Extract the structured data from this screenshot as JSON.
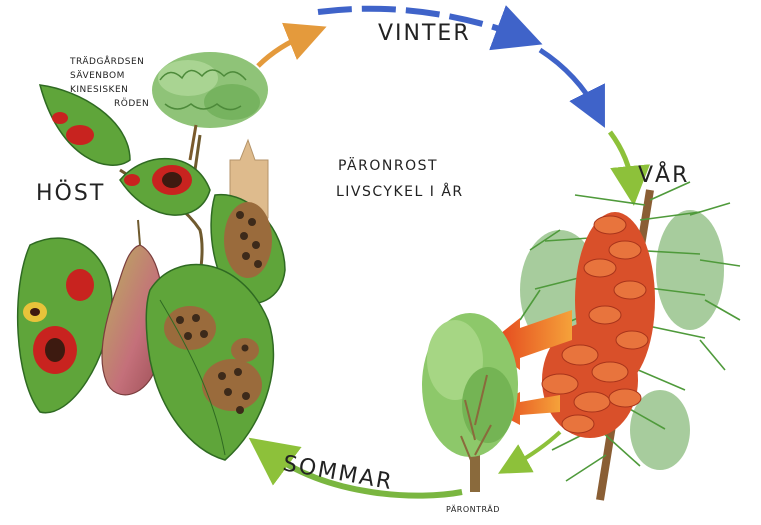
{
  "title": {
    "line1": "PÄRONROST",
    "line2": "LIVSCYKEL I ÅR"
  },
  "seasons": {
    "winter": "VINTER",
    "spring": "VÅR",
    "summer": "SOMMAR",
    "autumn": "HÖST"
  },
  "host_plants": {
    "juniper_names": [
      "TRÄDGÅRDSEN",
      "SÄVENBOM",
      "KINESISKEN",
      "RÖDEN"
    ],
    "pear_tree": "PÄRONTRÄD"
  },
  "colors": {
    "winter_arrow": "#3f63c9",
    "spring_arrow": "#8dc13a",
    "summer_arrow": "#7ab640",
    "autumn_arrow": "#e49a3c",
    "spore_arrow": "#e8541d",
    "rust_gall": "#d9502a",
    "leaf_green": "#5fa53a",
    "lesion_red": "#c8231f"
  },
  "icons": [
    "juniper-sprig-icon",
    "rust-gall-icon",
    "pear-tree-icon",
    "pear-branch-icon",
    "pear-fruit-icon"
  ]
}
